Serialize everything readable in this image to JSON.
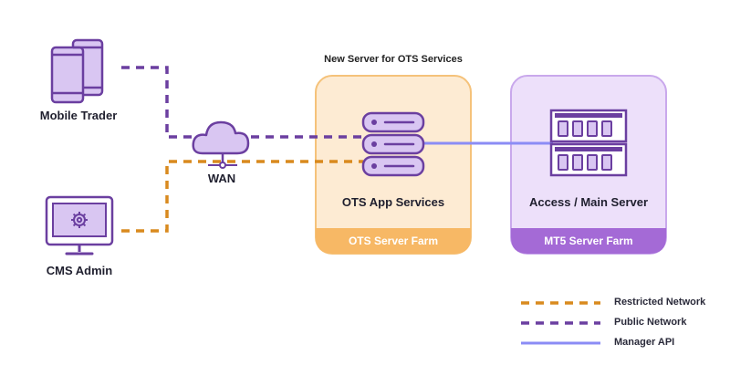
{
  "nodes": {
    "mobile_trader": "Mobile Trader",
    "cms_admin": "CMS Admin",
    "wan": "WAN"
  },
  "ots": {
    "caption": "New Server for OTS Services",
    "service": "OTS App Services",
    "farm": "OTS Server Farm"
  },
  "mt5": {
    "service": "Access / Main Server",
    "farm": "MT5 Server Farm"
  },
  "legend": {
    "restricted": "Restricted Network",
    "public": "Public Network",
    "manager_api": "Manager API"
  },
  "colors": {
    "purple": "#6b3fa0",
    "purple_fill": "#d9c6f2",
    "orange": "#d98a1e",
    "ots_box": "#fdebd3",
    "ots_border": "#f5c27a",
    "ots_band": "#f7b865",
    "mt5_box": "#ede0fa",
    "mt5_border": "#c9a8ec",
    "mt5_band": "#a46ad6",
    "api_line": "#8b8cf5"
  }
}
